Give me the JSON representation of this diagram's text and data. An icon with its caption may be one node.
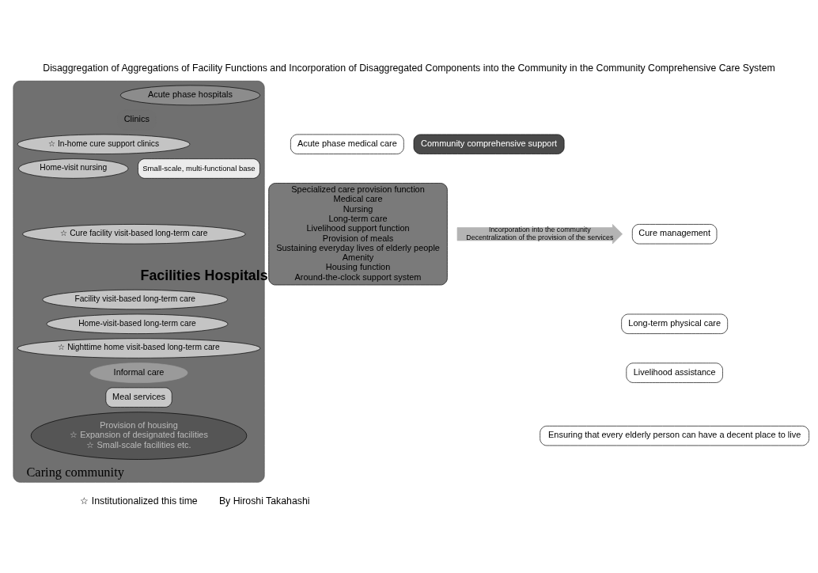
{
  "diagram": {
    "title": "Disaggregation of Aggregations of Facility Functions and Incorporation of Disaggregated Components into the Community in the Community Comprehensive Care System",
    "nodes": [
      {
        "text": [
          "Specialized care provision function",
          "Medical care",
          "Nursing",
          "Long-term care",
          "Livelihood support function",
          "Provision of meals",
          "Sustaining everyday lives of elderly people",
          "Amenity",
          "Housing function",
          "Around-the-clock support system"
        ],
        "beside": [
          "Facilities Hospitals"
        ]
      },
      {
        "text": [
          "Incorporation into the community",
          "Decentralization of the provision of the services"
        ]
      },
      {
        "text": [
          "Acute phase medical care"
        ]
      },
      {
        "text": [
          "Cure management"
        ]
      },
      {
        "text": [
          "Long-term physical care"
        ]
      },
      {
        "text": [
          "Livelihood assistance"
        ]
      },
      {
        "text": [
          "Ensuring that every elderly person can have a decent place to live"
        ]
      },
      {
        "text": [
          "Caring community"
        ]
      },
      {
        "text": [
          "Acute phase hospitals"
        ],
        "in": 7
      },
      {
        "text": [
          "Clinics"
        ],
        "in": 7
      },
      {
        "text": [
          "☆ In-home cure support clinics"
        ],
        "in": 7
      },
      {
        "text": [
          "Home-visit nursing"
        ],
        "in": 7
      },
      {
        "text": [
          "☆ Cure facility visit-based long-term care"
        ],
        "in": 7
      },
      {
        "text": [
          "Small-scale, multi-functional base"
        ],
        "in": 7
      },
      {
        "text": [
          "Facility visit-based long-term care"
        ],
        "in": 7
      },
      {
        "text": [
          "Home-visit-based long-term care"
        ],
        "in": 7
      },
      {
        "text": [
          "☆ Nighttime home visit-based long-term care"
        ],
        "in": 7
      },
      {
        "text": [
          "Informal care"
        ],
        "in": 7
      },
      {
        "text": [
          "Meal services"
        ],
        "in": 7
      },
      {
        "text": [
          "Provision of housing",
          "☆ Expansion of designated facilities",
          "☆ Small-scale facilities etc."
        ],
        "in": 7
      },
      {
        "text": [
          "Community comprehensive support"
        ]
      }
    ],
    "edges": [],
    "labels": [
      "☆ Institutionalized this time",
      "By Hiroshi Takahashi"
    ]
  }
}
